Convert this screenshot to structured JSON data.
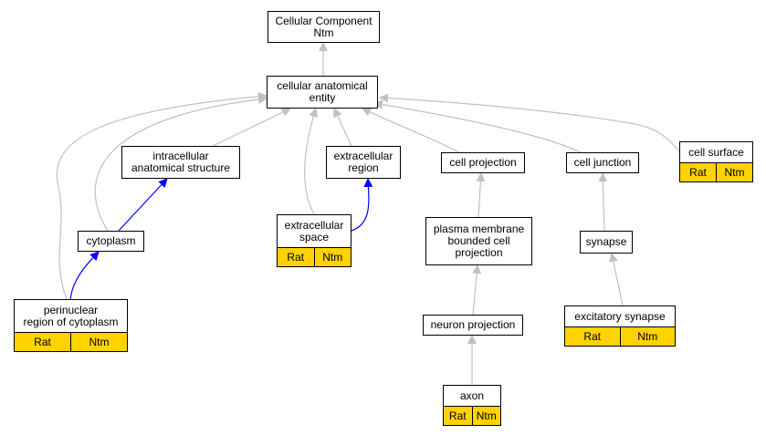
{
  "nodes": {
    "root": {
      "line1": "Cellular Component",
      "line2": "Ntm"
    },
    "cae": {
      "line1": "cellular anatomical",
      "line2": "entity"
    },
    "ias": {
      "line1": "intracellular",
      "line2": "anatomical structure"
    },
    "extracellular_region": {
      "line1": "extracellular",
      "line2": "region"
    },
    "cell_projection": {
      "label": "cell projection"
    },
    "cell_junction": {
      "label": "cell junction"
    },
    "cell_surface": {
      "label": "cell surface",
      "tags": [
        "Rat",
        "Ntm"
      ]
    },
    "cytoplasm": {
      "label": "cytoplasm"
    },
    "extracellular_space": {
      "line1": "extracellular",
      "line2": "space",
      "tags": [
        "Rat",
        "Ntm"
      ]
    },
    "pmbcp": {
      "line1": "plasma membrane",
      "line2": "bounded cell",
      "line3": "projection"
    },
    "synapse": {
      "label": "synapse"
    },
    "perinuclear": {
      "line1": "perinuclear",
      "line2": "region of cytoplasm",
      "tags": [
        "Rat",
        "Ntm"
      ]
    },
    "neuron_projection": {
      "label": "neuron projection"
    },
    "excitatory_synapse": {
      "label": "excitatory synapse",
      "tags": [
        "Rat",
        "Ntm"
      ]
    },
    "axon": {
      "label": "axon",
      "tags": [
        "Rat",
        "Ntm"
      ]
    }
  },
  "colors": {
    "edge_gray": "#c0c0c0",
    "edge_blue": "#0000ff",
    "tag_fill": "#ffd200"
  }
}
